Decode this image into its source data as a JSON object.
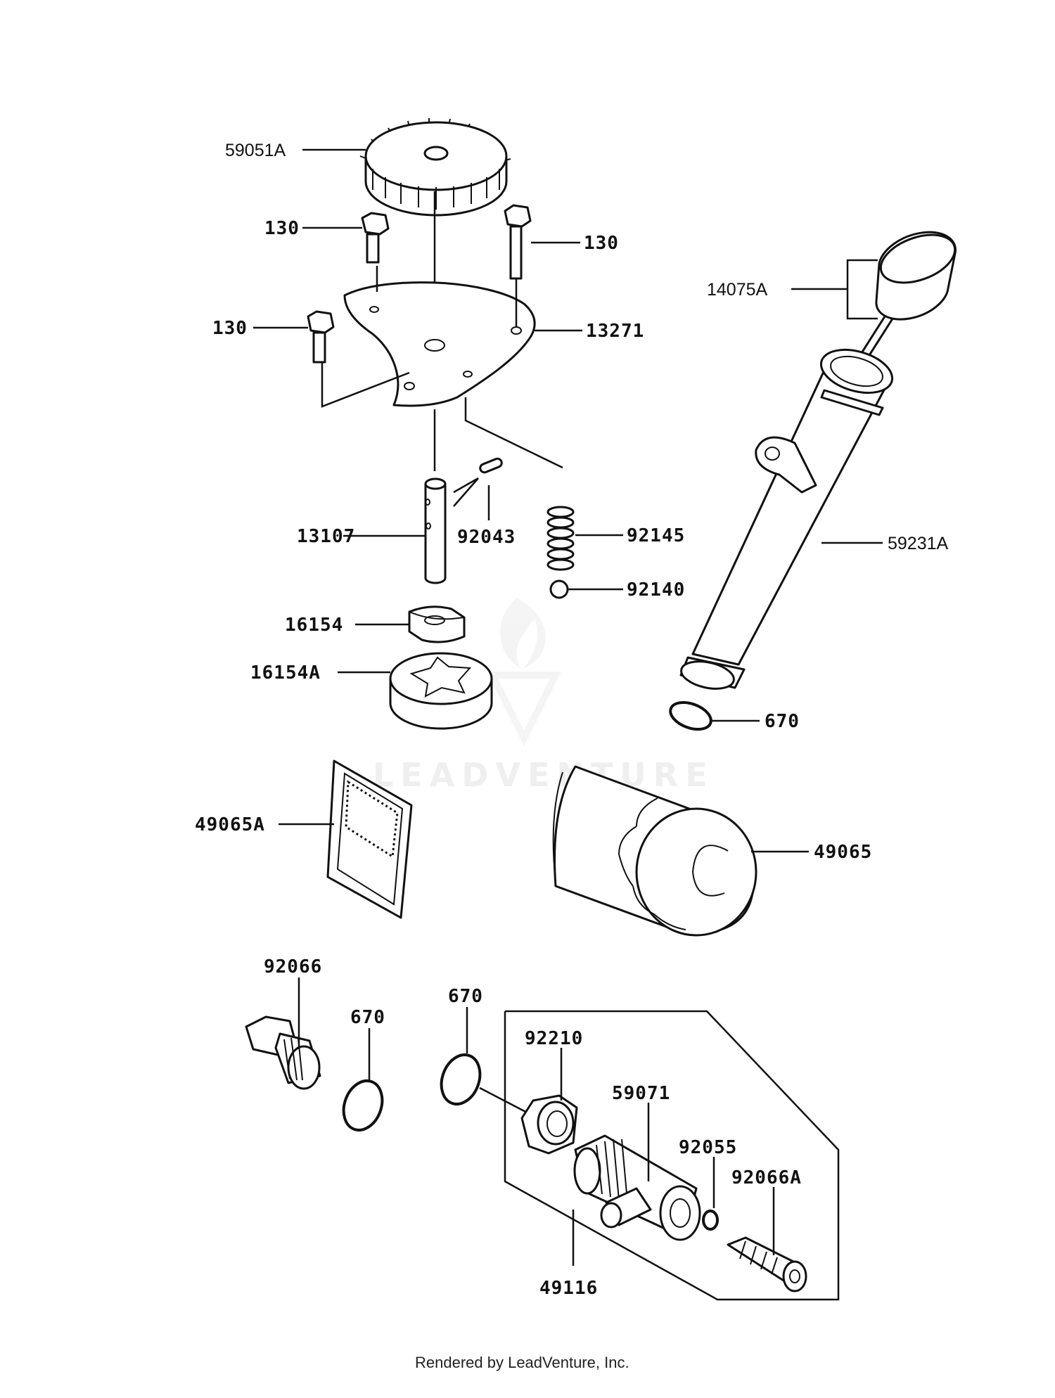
{
  "parts": {
    "p59051A": "59051A",
    "p130_a": "130",
    "p130_b": "130",
    "p130_c": "130",
    "p13271": "13271",
    "p14075A": "14075A",
    "p59231A": "59231A",
    "p13107": "13107",
    "p92043": "92043",
    "p92145": "92145",
    "p92140": "92140",
    "p16154": "16154",
    "p16154A": "16154A",
    "p670_a": "670",
    "p49065A": "49065A",
    "p49065": "49065",
    "p92066": "92066",
    "p670_b": "670",
    "p670_c": "670",
    "p92210": "92210",
    "p59071": "59071",
    "p92055": "92055",
    "p92066A": "92066A",
    "p49116": "49116"
  },
  "watermark": "LEADVENTURE",
  "footer": "Rendered by LeadVenture, Inc."
}
